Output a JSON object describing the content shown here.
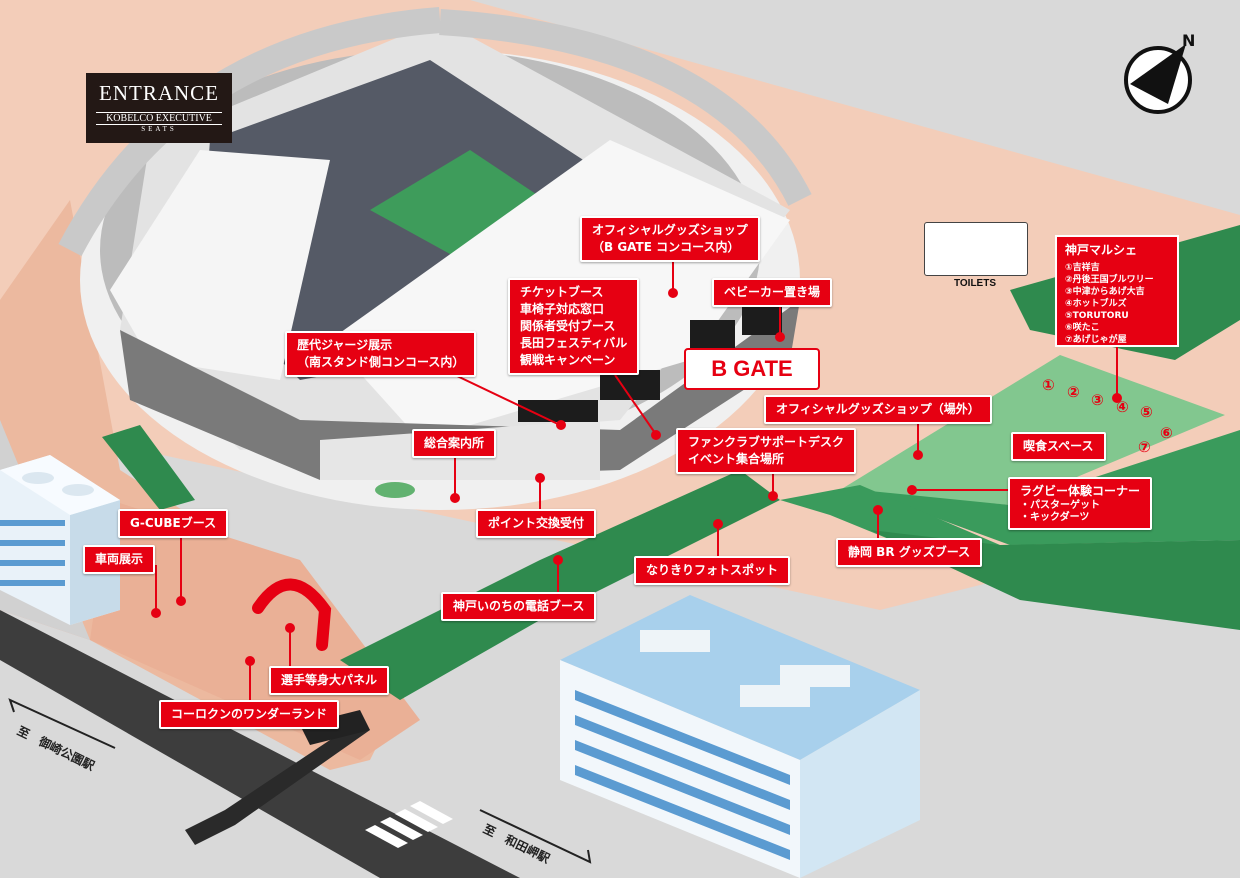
{
  "entrance": {
    "title": "ENTRANCE",
    "line2": "KOBELCO EXECUTIVE",
    "line3": "SEATS"
  },
  "gate": "B GATE",
  "toilets": {
    "caption": "TOILETS",
    "icons": [
      "female-icon",
      "male-icon",
      "wheelchair-icon"
    ],
    "female_color": "#e60012",
    "male_color": "#1d4f9c"
  },
  "labels": {
    "official_shop_inside": [
      "オフィシャルグッズショップ",
      "（B GATE コンコース内）"
    ],
    "ticket_booth": [
      "チケットブース",
      "車椅子対応窓口",
      "関係者受付ブース",
      "長田フェスティバル",
      "観戦キャンペーン"
    ],
    "stroller_parking": "ベビーカー置き場",
    "jersey_exhibit": [
      "歴代ジャージ展示",
      "（南スタンド側コンコース内）"
    ],
    "info_center": "総合案内所",
    "official_shop_outside": "オフィシャルグッズショップ（場外）",
    "fanclub_desk": [
      "ファンクラブサポートデスク",
      "イベント集合場所"
    ],
    "point_exchange": "ポイント交換受付",
    "eating_space": "喫食スペース",
    "rugby_corner": "ラグビー体験コーナー",
    "rugby_sub": [
      "・パスターゲット",
      "・キックダーツ"
    ],
    "gcube_booth": "G-CUBEブース",
    "vehicle_exhibit": "車両展示",
    "shizuoka_br": "静岡 BR グッズブース",
    "photo_spot": "なりきりフォトスポット",
    "inochi_booth": "神戸いのちの電話ブース",
    "player_panel": "選手等身大パネル",
    "korokun": "コーロクンのワンダーランド"
  },
  "marche": {
    "title": "神戸マルシェ",
    "items": [
      "①吉祥吉",
      "②丹後王国ブルワリー",
      "③中津からあげ大吉",
      "④ホットブルズ",
      "⑤TORUTORU",
      "⑥咲たこ",
      "⑦あげじゃが屋"
    ],
    "markers": [
      "①",
      "②",
      "③",
      "④",
      "⑤",
      "⑥",
      "⑦"
    ]
  },
  "stations": {
    "misaki": "至　御崎公園駅",
    "wadamisaki": "至　和田岬駅"
  },
  "colors": {
    "accent": "#e60012",
    "plaza": "#f2c9b4",
    "field": "#3a9b5c",
    "field_light": "#7fc48b",
    "road": "#3c3c3c"
  },
  "compass": "N"
}
